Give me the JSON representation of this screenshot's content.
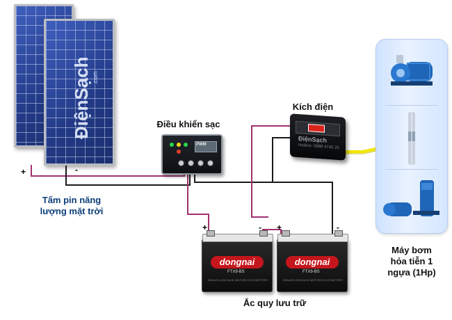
{
  "panels": {
    "label_line1": "Tấm pin năng",
    "label_line2": "lượng mặt trời",
    "watermark": "ĐiệnSạch",
    "watermark_sub": ".com",
    "plus": "+",
    "minus": "-"
  },
  "controller": {
    "label": "Điều khiển sạc",
    "display_text": "PWM"
  },
  "inverter": {
    "label": "Kích điện",
    "watermark": "ĐiệnSạch",
    "phone": "Hotline: 0988 4745 20"
  },
  "batteries": {
    "label": "Ắc quy lưu trữ",
    "brand": "dongnai",
    "model": "FTX9-BS",
    "fine_print": "SEALED LEAD ACID MOTORCYCLE BATTERY",
    "plus": "+",
    "minus": "-"
  },
  "pump": {
    "label_line1": "Máy bơm",
    "label_line2": "hỏa tiễn 1",
    "label_line3": "ngựa (1Hp)"
  },
  "colors": {
    "label_blue": "#0d3f7a",
    "wire_positive": "#a0306e",
    "wire_negative": "#1a1a1a",
    "ac_cable": "#f2e600",
    "pump_panel": "#dce9ff"
  }
}
